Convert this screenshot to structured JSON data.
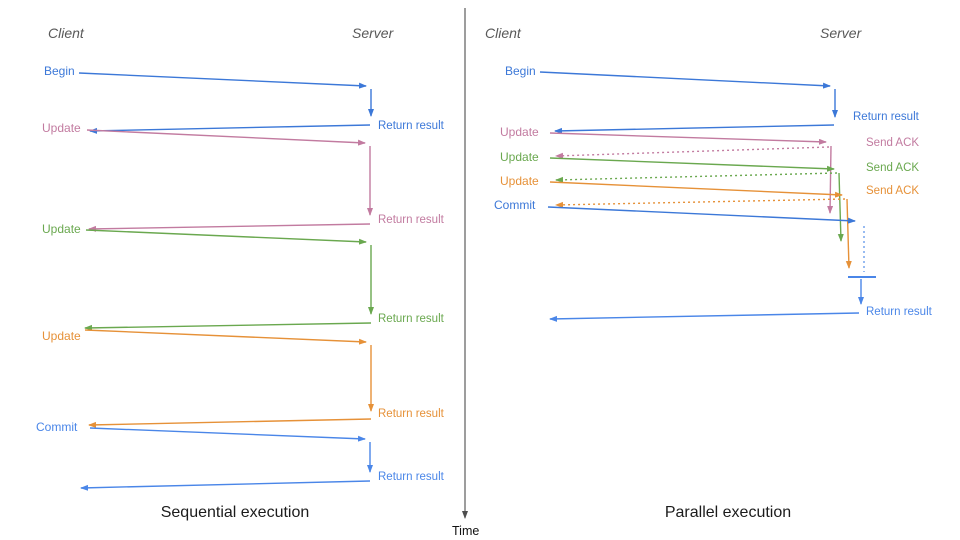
{
  "colors": {
    "blue": "#3c78d8",
    "blue_light": "#4a86e8",
    "blue_dotted": "#6d9eeb",
    "pink": "#c27ba0",
    "green": "#6aa84f",
    "orange": "#e69138",
    "axis": "#4d4d4d",
    "header_gray": "#595959"
  },
  "timeline": {
    "axis_label": "Time"
  },
  "sequential": {
    "title": "Sequential execution",
    "client_header": "Client",
    "server_header": "Server",
    "messages": [
      {
        "label": "Begin",
        "return_label": "Return result"
      },
      {
        "label": "Update",
        "return_label": "Return result"
      },
      {
        "label": "Update",
        "return_label": "Return result"
      },
      {
        "label": "Update",
        "return_label": "Return result"
      },
      {
        "label": "Commit",
        "return_label": "Return result"
      }
    ]
  },
  "parallel": {
    "title": "Parallel execution",
    "client_header": "Client",
    "server_header": "Server",
    "messages": [
      {
        "label": "Begin",
        "return_label": "Return result"
      },
      {
        "label": "Update",
        "return_label": "Send ACK"
      },
      {
        "label": "Update",
        "return_label": "Send ACK"
      },
      {
        "label": "Update",
        "return_label": "Send ACK"
      },
      {
        "label": "Commit",
        "return_label": "Return result"
      }
    ]
  }
}
